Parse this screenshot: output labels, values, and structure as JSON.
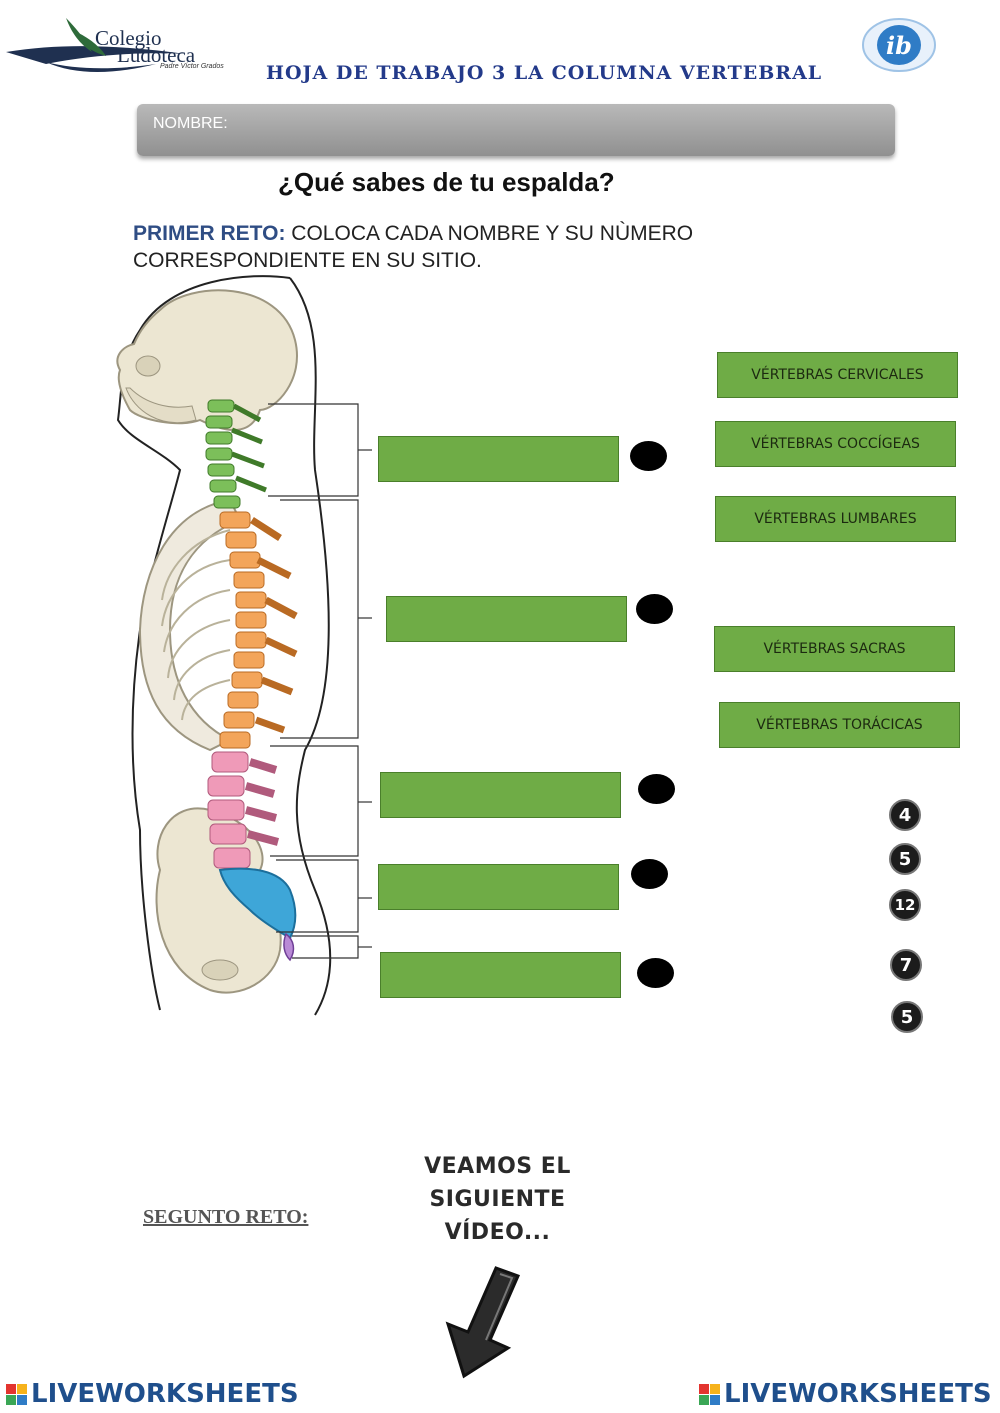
{
  "header": {
    "school_name_line1": "Colegio",
    "school_name_line2": "Ludoteca",
    "school_subtitle": "Padre Víctor Grados",
    "sheet_title": "HOJA DE TRABAJO 3 LA COLUMNA VERTEBRAL"
  },
  "name_field": {
    "label": "NOMBRE:"
  },
  "question": "¿Qué sabes de tu espalda?",
  "first_challenge": {
    "lead": "PRIMER RETO:",
    "text": " COLOCA CADA NOMBRE Y SU NÙMERO CORRESPONDIENTE EN SU SITIO."
  },
  "label_cards": [
    "VÉRTEBRAS CERVICALES",
    "VÉRTEBRAS COCCÍGEAS",
    "VÉRTEBRAS LUMBARES",
    "VÉRTEBRAS SACRAS",
    "VÉRTEBRAS TORÁCICAS"
  ],
  "number_badges": [
    "4",
    "5",
    "12",
    "7",
    "5"
  ],
  "second_challenge": "SEGUNTO RETO:",
  "video_prompt": [
    "VEAMOS EL",
    "SIGUIENTE",
    "VÍDEO..."
  ],
  "footer": {
    "brand": "LIVEWORKSHEETS"
  },
  "colors": {
    "answer_green": "#6fac46",
    "cervical": "#7cbf5a",
    "thoracic": "#f3a55b",
    "lumbar": "#ef9ab8",
    "sacral": "#3ea6d8",
    "coccygeal": "#b98ad6",
    "brand_blue": "#1f4f8c"
  }
}
